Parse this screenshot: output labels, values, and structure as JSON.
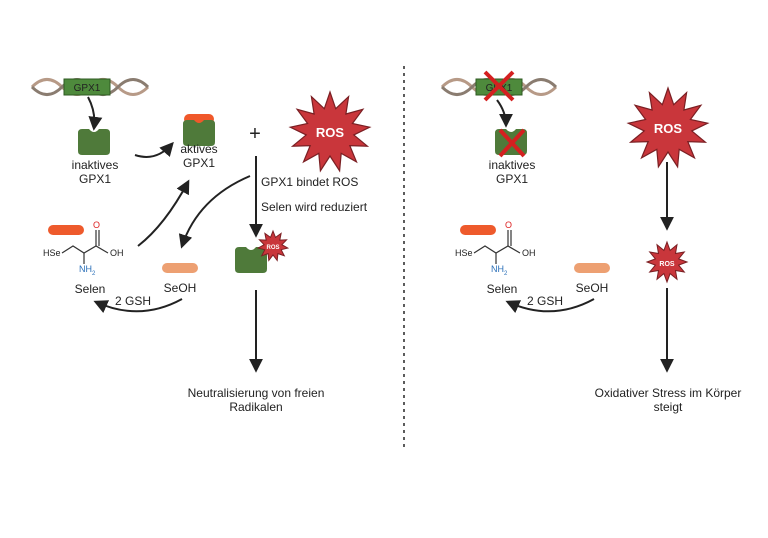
{
  "colors": {
    "gene_box": "#4e8a3c",
    "protein": "#4f7a3a",
    "active_cap": "#f0582a",
    "selenium_bar": "#ee5a2c",
    "seoh_bar": "#eda072",
    "ros": "#c9363b",
    "cross": "#d42020",
    "arrow": "#222222",
    "dna_a": "#b79a87",
    "dna_b": "#8a7c70"
  },
  "left": {
    "gene_label": "GPX1",
    "inactive_label_line1": "inaktives",
    "inactive_label_line2": "GPX1",
    "active_label_line1": "aktives",
    "active_label_line2": "GPX1",
    "plus": "+",
    "ros_label": "ROS",
    "step1": "GPX1 bindet ROS",
    "step2": "Selen wird reduziert",
    "complex_ros_label": "ROS",
    "selen_label": "Selen",
    "seoh_label": "SeOH",
    "gsh_label": "2 GSH",
    "result_line1": "Neutralisierung von freien",
    "result_line2": "Radikalen"
  },
  "right": {
    "gene_label": "GPX1",
    "inactive_label_line1": "inaktives",
    "inactive_label_line2": "GPX1",
    "ros_big_label": "ROS",
    "ros_small_label": "ROS",
    "selen_label": "Selen",
    "seoh_label": "SeOH",
    "gsh_label": "2 GSH",
    "result_line1": "Oxidativer Stress im Körper",
    "result_line2": "steigt"
  },
  "molecule": {
    "hse": "HSe",
    "o": "O",
    "oh": "OH",
    "nh": "NH",
    "sub2": "2"
  }
}
